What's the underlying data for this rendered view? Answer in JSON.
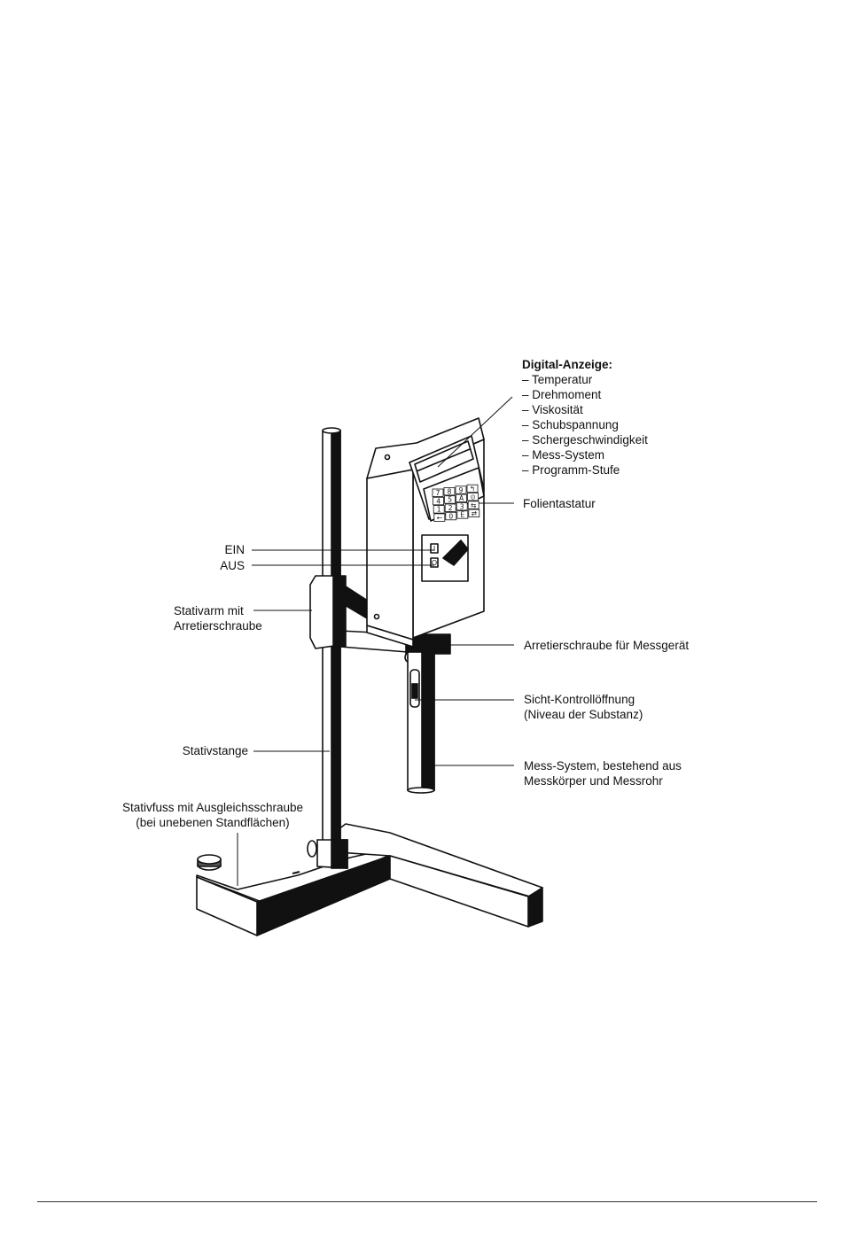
{
  "labels": {
    "digital_display": {
      "heading": "Digital-Anzeige:",
      "items": [
        "– Temperatur",
        "– Drehmoment",
        "– Viskosität",
        "– Schubspannung",
        "– Schergeschwindigkeit",
        "– Mess-System",
        "– Programm-Stufe"
      ]
    },
    "keypad": "Folientastatur",
    "on": "EIN",
    "off": "AUS",
    "arm_line1": "Stativarm mit",
    "arm_line2": "Arretierschraube",
    "lock_screw": "Arretierschraube für Messgerät",
    "window_line1": "Sicht-Kontrollöffnung",
    "window_line2": "(Niveau der Substanz)",
    "rod": "Stativstange",
    "measuring_line1": "Mess-System, bestehend aus",
    "measuring_line2": "Messkörper und Messrohr",
    "foot_line1": "Stativfuss mit Ausgleichsschraube",
    "foot_line2": "(bei unebenen Standflächen)"
  },
  "device": {
    "keypad_keys": [
      [
        "7",
        "8",
        "9",
        "↰"
      ],
      [
        "4",
        "5",
        "A",
        "⊙"
      ],
      [
        "1",
        "2",
        "3",
        "⇆"
      ],
      [
        "←",
        "0",
        "E",
        "⇄"
      ]
    ],
    "switch_on_symbol": "I",
    "switch_off_symbol": "O"
  }
}
